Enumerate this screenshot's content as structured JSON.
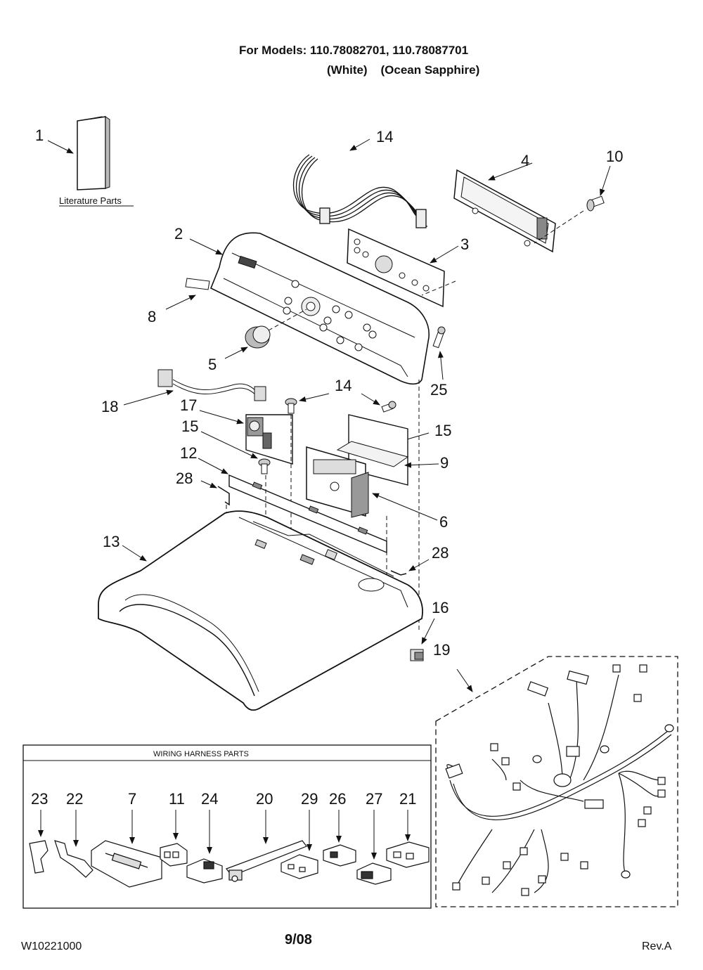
{
  "header": {
    "line1": "For Models: 110.78082701, 110.78087701",
    "line2": "(White)    (Ocean Sapphire)"
  },
  "literature_label": "Literature Parts",
  "wiring_box_title": "WIRING HARNESS PARTS",
  "callouts": [
    "1",
    "2",
    "3",
    "4",
    "5",
    "6",
    "8",
    "9",
    "10",
    "12",
    "13",
    "14",
    "15",
    "15",
    "15",
    "16",
    "17",
    "18",
    "19",
    "25",
    "28",
    "28"
  ],
  "harness_callouts": [
    "23",
    "22",
    "7",
    "11",
    "24",
    "20",
    "29",
    "26",
    "27",
    "21"
  ],
  "footer": {
    "doc_number": "W10221000",
    "date": "9/08",
    "revision": "Rev.A"
  }
}
